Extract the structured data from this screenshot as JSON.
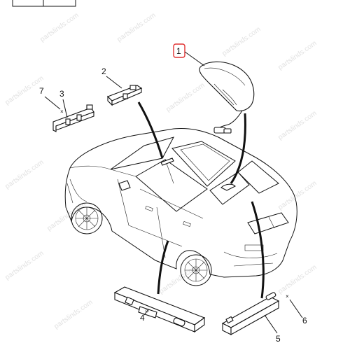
{
  "diagram": {
    "callouts": {
      "c1": "1",
      "c2": "2",
      "c3": "3",
      "c4": "4",
      "c5": "5",
      "c6": "6",
      "c7": "7"
    },
    "watermark_text": "partslinds.com",
    "highlight_color": "#e03030"
  }
}
